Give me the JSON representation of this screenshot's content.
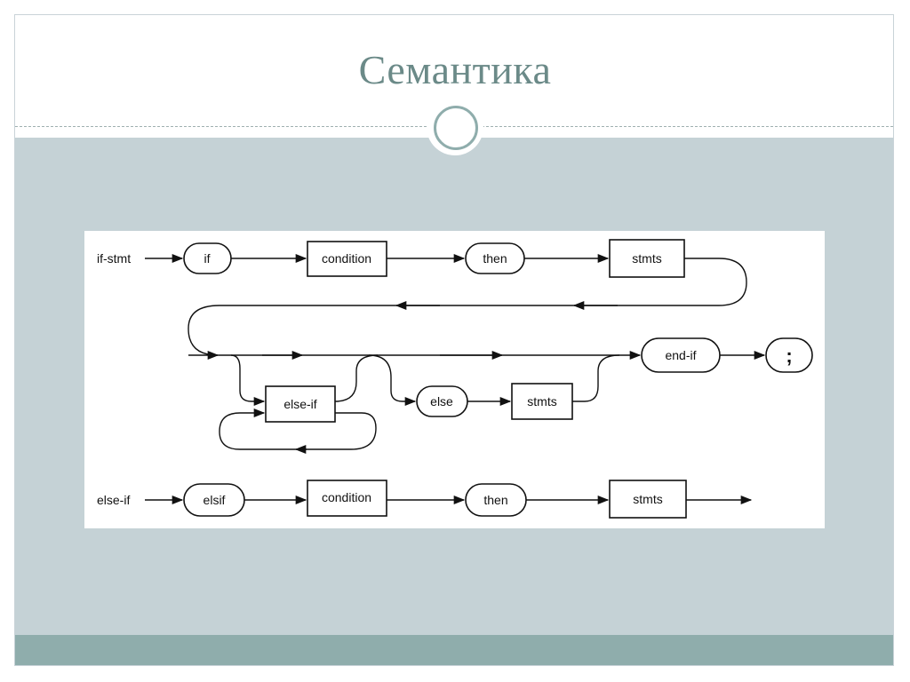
{
  "slide": {
    "title": "Семантика"
  },
  "diagram": {
    "if_stmt_label": "if-stmt",
    "if": "if",
    "condition": "condition",
    "then": "then",
    "stmts": "stmts",
    "else_if": "else-if",
    "else": "else",
    "end_if": "end-if",
    "semicolon": ";",
    "else_if_label": "else-if",
    "elsif": "elsif",
    "condition2": "condition",
    "then2": "then",
    "stmts2": "stmts",
    "stmts3": "stmts"
  }
}
